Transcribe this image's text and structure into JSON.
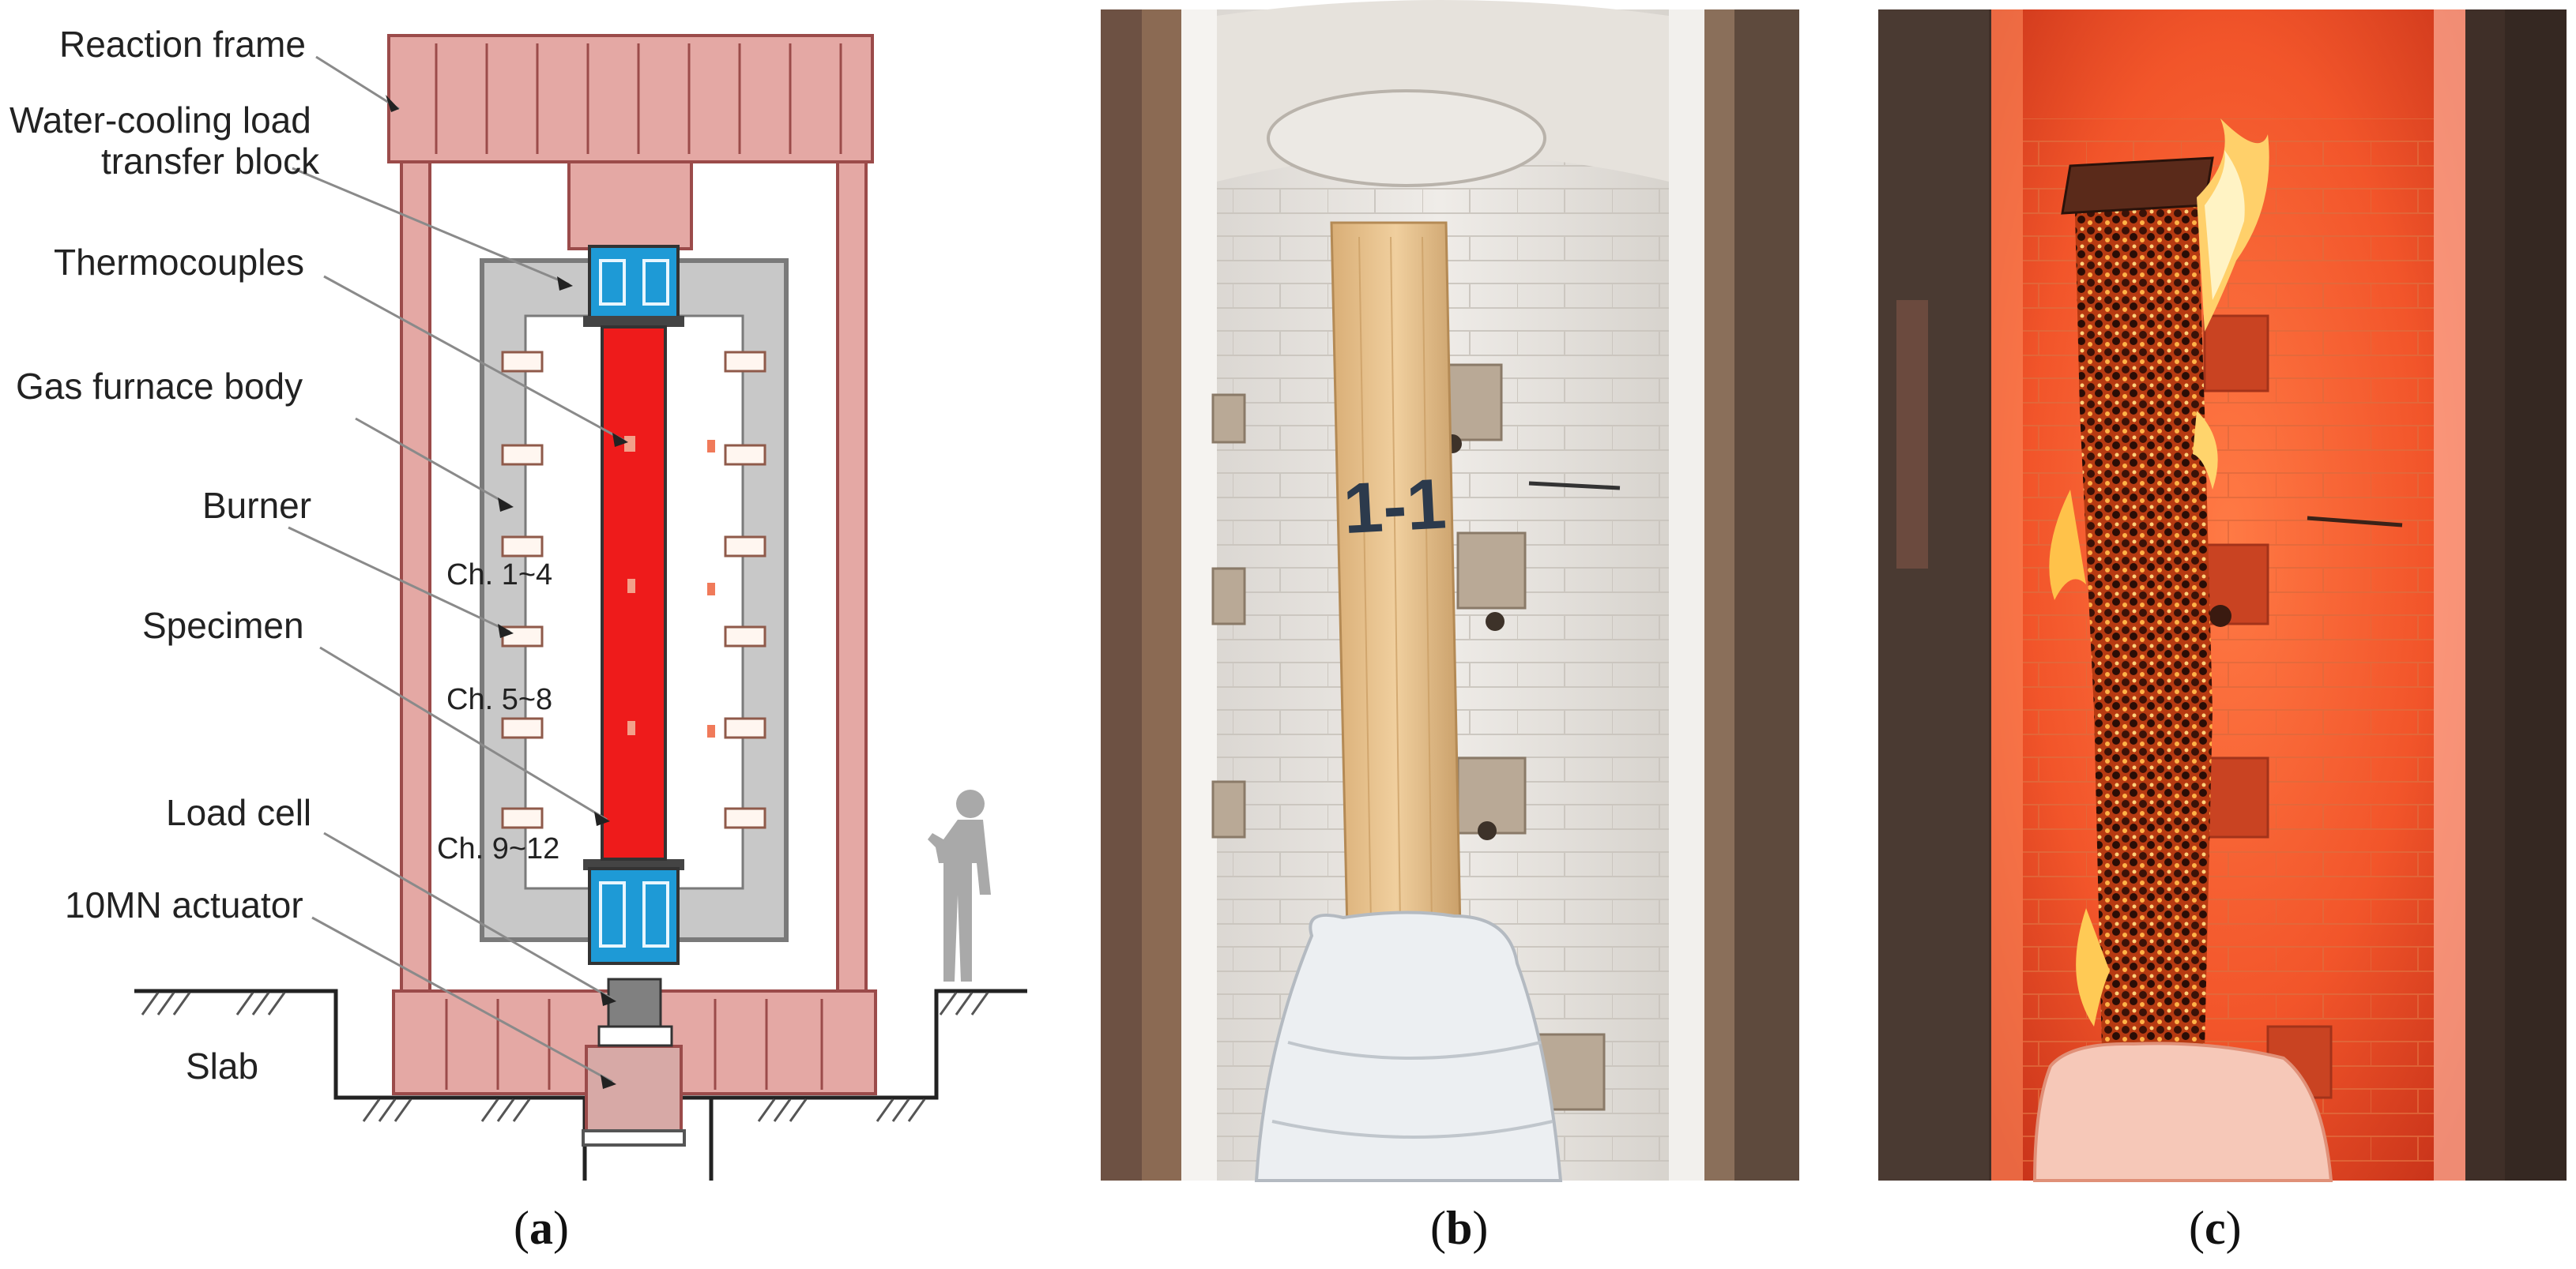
{
  "panel_a": {
    "labels": {
      "reaction_frame": "Reaction frame",
      "water_cooling_line1": "Water-cooling load",
      "water_cooling_line2": "transfer block",
      "thermocouples": "Thermocouples",
      "gas_furnace_body": "Gas furnace body",
      "burner": "Burner",
      "specimen": "Specimen",
      "load_cell": "Load cell",
      "actuator": "10MN actuator",
      "slab": "Slab"
    },
    "channels": {
      "ch1": "Ch. 1~4",
      "ch2": "Ch. 5~8",
      "ch3": "Ch. 9~12"
    }
  },
  "panel_b": {
    "specimen_marking": "1-1"
  },
  "captions": {
    "a": {
      "open": "(",
      "letter": "a",
      "close": ")"
    },
    "b": {
      "open": "(",
      "letter": "b",
      "close": ")"
    },
    "c": {
      "open": "(",
      "letter": "c",
      "close": ")"
    }
  },
  "colors": {
    "frame": "#e4a8a4",
    "frame_stroke": "#9b4b4a",
    "furnace": "#c8c8c8",
    "furnace_stroke": "#7a7a7a",
    "specimen": "#ee1b1b",
    "cooling_block": "#1e9ad6",
    "load_cell": "#808080",
    "fire_glow": "#f0602a",
    "timber": "#e7c393"
  }
}
